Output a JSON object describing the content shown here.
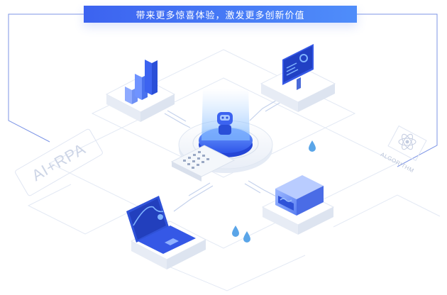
{
  "banner": {
    "text": "带来更多惊喜体验，激发更多创新价值"
  },
  "left_tag": {
    "text": "AI+RPA"
  },
  "right_tag": {
    "text": "ALGORITHM"
  },
  "icons": [
    "bar-chart-block-icon",
    "monitor-dashboard-block-icon",
    "laptop-chart-block-icon",
    "gpu-box-block-icon",
    "robot-hub-icon",
    "keyboard-icon",
    "atom-icon",
    "water-drop-icon"
  ],
  "colors": {
    "accent": "#3c63f0",
    "accent_light": "#6f9cff",
    "platform": "#eef2f8",
    "line": "#cfd8ea"
  }
}
